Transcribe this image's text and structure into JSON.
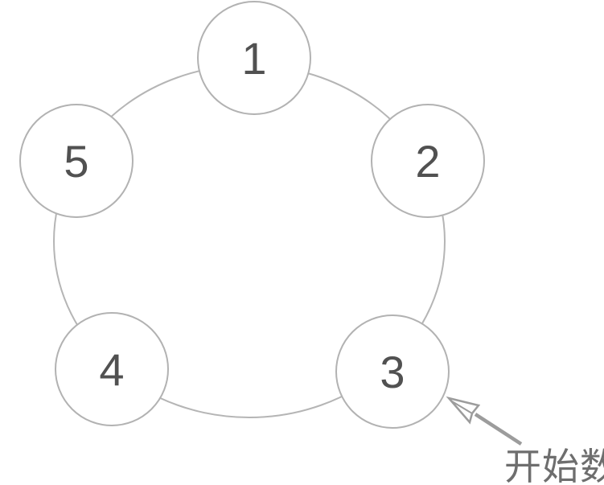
{
  "diagram": {
    "description": "Five numbered circles arranged on a ring; arrow marks the starting circle",
    "nodes": [
      {
        "id": 1,
        "label": "1"
      },
      {
        "id": 2,
        "label": "2"
      },
      {
        "id": 3,
        "label": "3"
      },
      {
        "id": 4,
        "label": "4"
      },
      {
        "id": 5,
        "label": "5"
      }
    ],
    "annotation": {
      "label": "开始数",
      "points_to_node": "3"
    },
    "colors": {
      "background": "#ffffff",
      "outline": "#b2b2b2",
      "ring": "#b5b5b5",
      "number": "#515151",
      "arrow": "#9c9c9c",
      "label_text": "#6e6e6e"
    }
  }
}
